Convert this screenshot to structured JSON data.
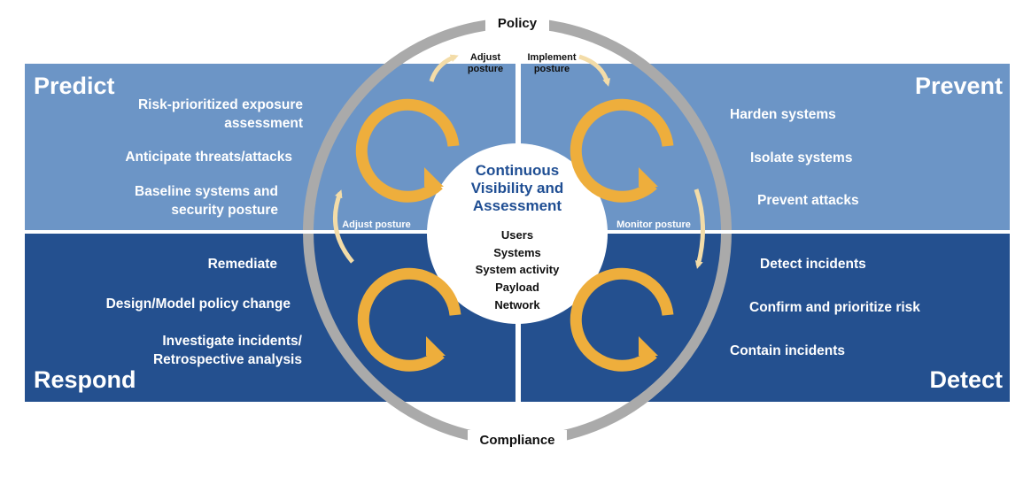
{
  "quadrants": {
    "predict": {
      "title": "Predict",
      "items": [
        "Risk-prioritized exposure assessment",
        "Anticipate threats/attacks",
        "Baseline systems and security posture"
      ],
      "color": "#6c95c6"
    },
    "prevent": {
      "title": "Prevent",
      "items": [
        "Harden systems",
        "Isolate systems",
        "Prevent attacks"
      ],
      "color": "#6c95c6"
    },
    "respond": {
      "title": "Respond",
      "items": [
        "Remediate",
        "Design/Model policy change",
        "Investigate incidents/ Retrospective analysis"
      ],
      "color": "#24508f"
    },
    "detect": {
      "title": "Detect",
      "items": [
        "Detect incidents",
        "Confirm and prioritize risk",
        "Contain incidents"
      ],
      "color": "#24508f"
    }
  },
  "ring": {
    "top_label": "Policy",
    "bottom_label": "Compliance",
    "color": "#aaaaaa"
  },
  "transitions": {
    "adjust_posture_top": "Adjust posture",
    "implement_posture": "Implement posture",
    "monitor_posture": "Monitor posture",
    "adjust_posture_left": "Adjust posture"
  },
  "center": {
    "title": "Continuous Visibility and Assessment",
    "items": [
      "Users",
      "Systems",
      "System activity",
      "Payload",
      "Network"
    ],
    "title_color": "#1f4e93"
  },
  "colors": {
    "cycle_arrow": "#eeae3c",
    "transition_arrow": "#f3dca8"
  }
}
